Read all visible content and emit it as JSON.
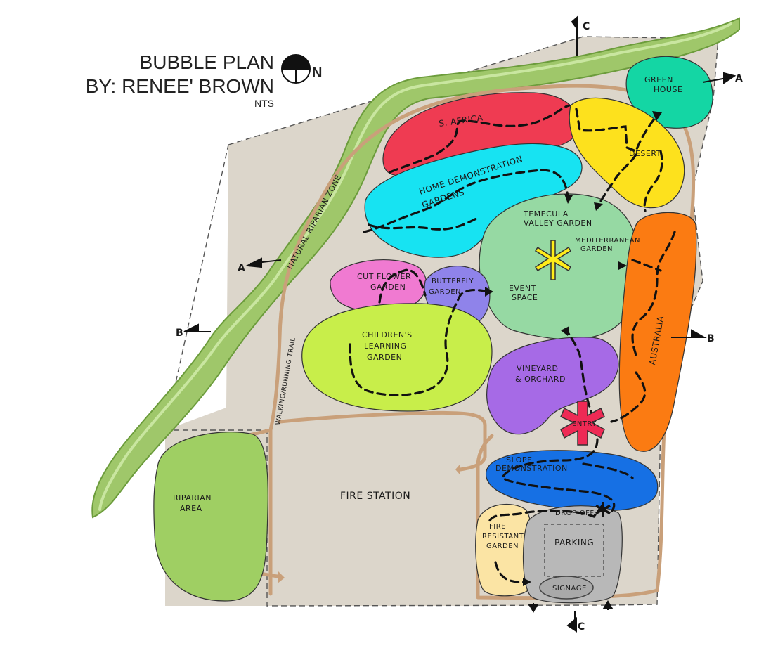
{
  "title": {
    "line1": "BUBBLE PLAN",
    "line2": "BY: RENEE' BROWN",
    "scale": "NTS",
    "north": "N"
  },
  "zones": {
    "s_africa": "S. AFRICA",
    "green_house_1": "GREEN",
    "green_house_2": "HOUSE",
    "desert": "DESERT",
    "home_demo_1": "HOME DEMONSTRATION",
    "home_demo_2": "GARDENS",
    "temecula_1": "TEMECULA",
    "temecula_2": "VALLEY GARDEN",
    "mediterranean_1": "MEDITERRANEAN",
    "mediterranean_2": "GARDEN",
    "event_1": "EVENT",
    "event_2": "SPACE",
    "australia": "AUSTRALIA",
    "cut_flower_1": "CUT FLOWER",
    "cut_flower_2": "GARDEN",
    "butterfly_1": "BUTTERFLY",
    "butterfly_2": "GARDEN",
    "childrens_1": "CHILDREN'S",
    "childrens_2": "LEARNING",
    "childrens_3": "GARDEN",
    "vineyard_1": "VINEYARD",
    "vineyard_2": "& ORCHARD",
    "entry": "ENTRY",
    "slope_1": "SLOPE",
    "slope_2": "DEMONSTRATION",
    "fire_station": "FIRE STATION",
    "riparian_1": "RIPARIAN",
    "riparian_2": "AREA",
    "fire_resistant_1": "FIRE",
    "fire_resistant_2": "RESISTANT",
    "fire_resistant_3": "GARDEN",
    "drop_off": "DROP-OFF",
    "parking": "PARKING",
    "signage": "SIGNAGE",
    "natural_riparian": "NATURAL RIPARIAN ZONE",
    "walking_trail": "WALKING/RUNNING TRAIL"
  },
  "section_markers": {
    "a_left": "A",
    "a_right": "A",
    "b_left": "B",
    "b_right": "B",
    "c_top": "C",
    "c_bottom": "C"
  },
  "colors": {
    "site": "#dcd6cb",
    "hedge": "#9fc76a",
    "s_africa": "#ef3b52",
    "green_house": "#14d6a4",
    "desert": "#fde11d",
    "home_demo": "#17e3f2",
    "temecula": "#96d9a3",
    "australia": "#fb7b12",
    "cut_flower": "#f07ad1",
    "butterfly": "#8f83ea",
    "childrens": "#c8ee4a",
    "vineyard": "#a66ae6",
    "entry": "#ee2a55",
    "slope": "#1670e4",
    "riparian": "#9fcf63",
    "fire_resistant": "#fbe4a4",
    "parking": "#b8b8b8",
    "asterisk": "#ffec1a"
  }
}
